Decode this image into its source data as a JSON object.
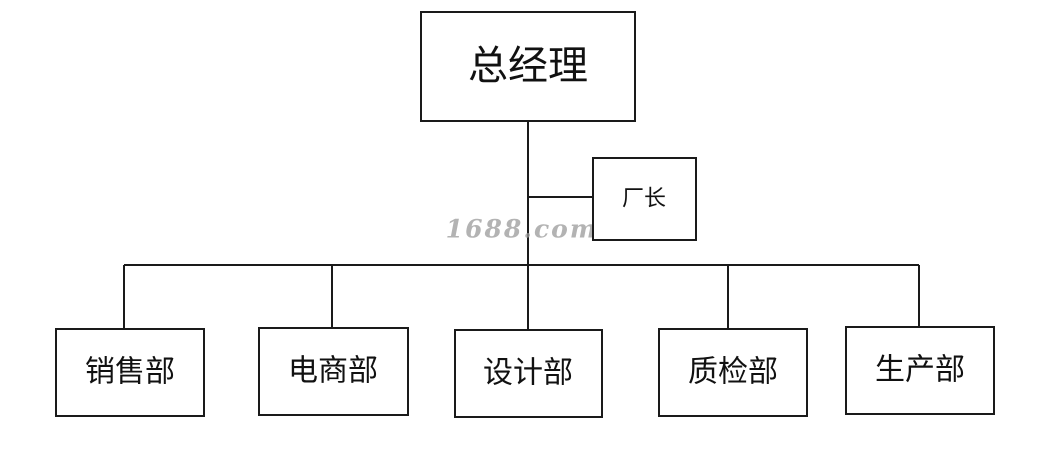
{
  "chart": {
    "top": {
      "label": "总经理"
    },
    "side": {
      "label": "厂长"
    },
    "departments": [
      {
        "label": "销售部"
      },
      {
        "label": "电商部"
      },
      {
        "label": "设计部"
      },
      {
        "label": "质检部"
      },
      {
        "label": "生产部"
      }
    ]
  },
  "watermark": "1688.com",
  "colors": {
    "line": "#1a1a1a",
    "background": "#ffffff",
    "watermark": "#9a9a9a"
  }
}
